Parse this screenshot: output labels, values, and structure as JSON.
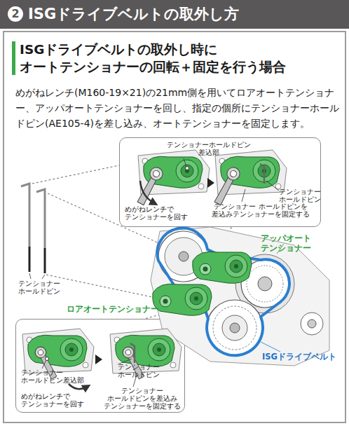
{
  "diagram": {
    "title": "ISGドライブベルトの取外し方",
    "nodes": [
      {
        "text": [
          "ISGドライブベルトの取外し時に オートテンショナーの回転＋固定を行う場合",
          "めがねレンチ(M160-19×21)の21mm側を用いてロアオートテンショナー、アッパオートテンショナーを回し、指定の個所にテンショナーホールドピン(AE105-4)を差し込み、オートテンショナーを固定します。"
        ]
      },
      {
        "text": [
          "テンショナーホールドピン 差込部",
          "めがねレンチで テンショナーを回す",
          "テンショナー ホールドピン",
          "テンショナー ホールドピンを 差込みテンショナーを固定する"
        ],
        "in": 0
      },
      {
        "text": [
          "テンショナー ホールドピン差込部",
          "めがねレンチで テンショナーを回す",
          "テンショナー ホールドピン",
          "テンショナー ホールドピンを差込み テンショナーを固定する"
        ],
        "in": 0
      }
    ],
    "labels": [
      "2",
      "テンショナー ホールドピン",
      "アッパオート テンショナー",
      "ロアオートテンショナー",
      "ISGドライブベルト"
    ]
  }
}
